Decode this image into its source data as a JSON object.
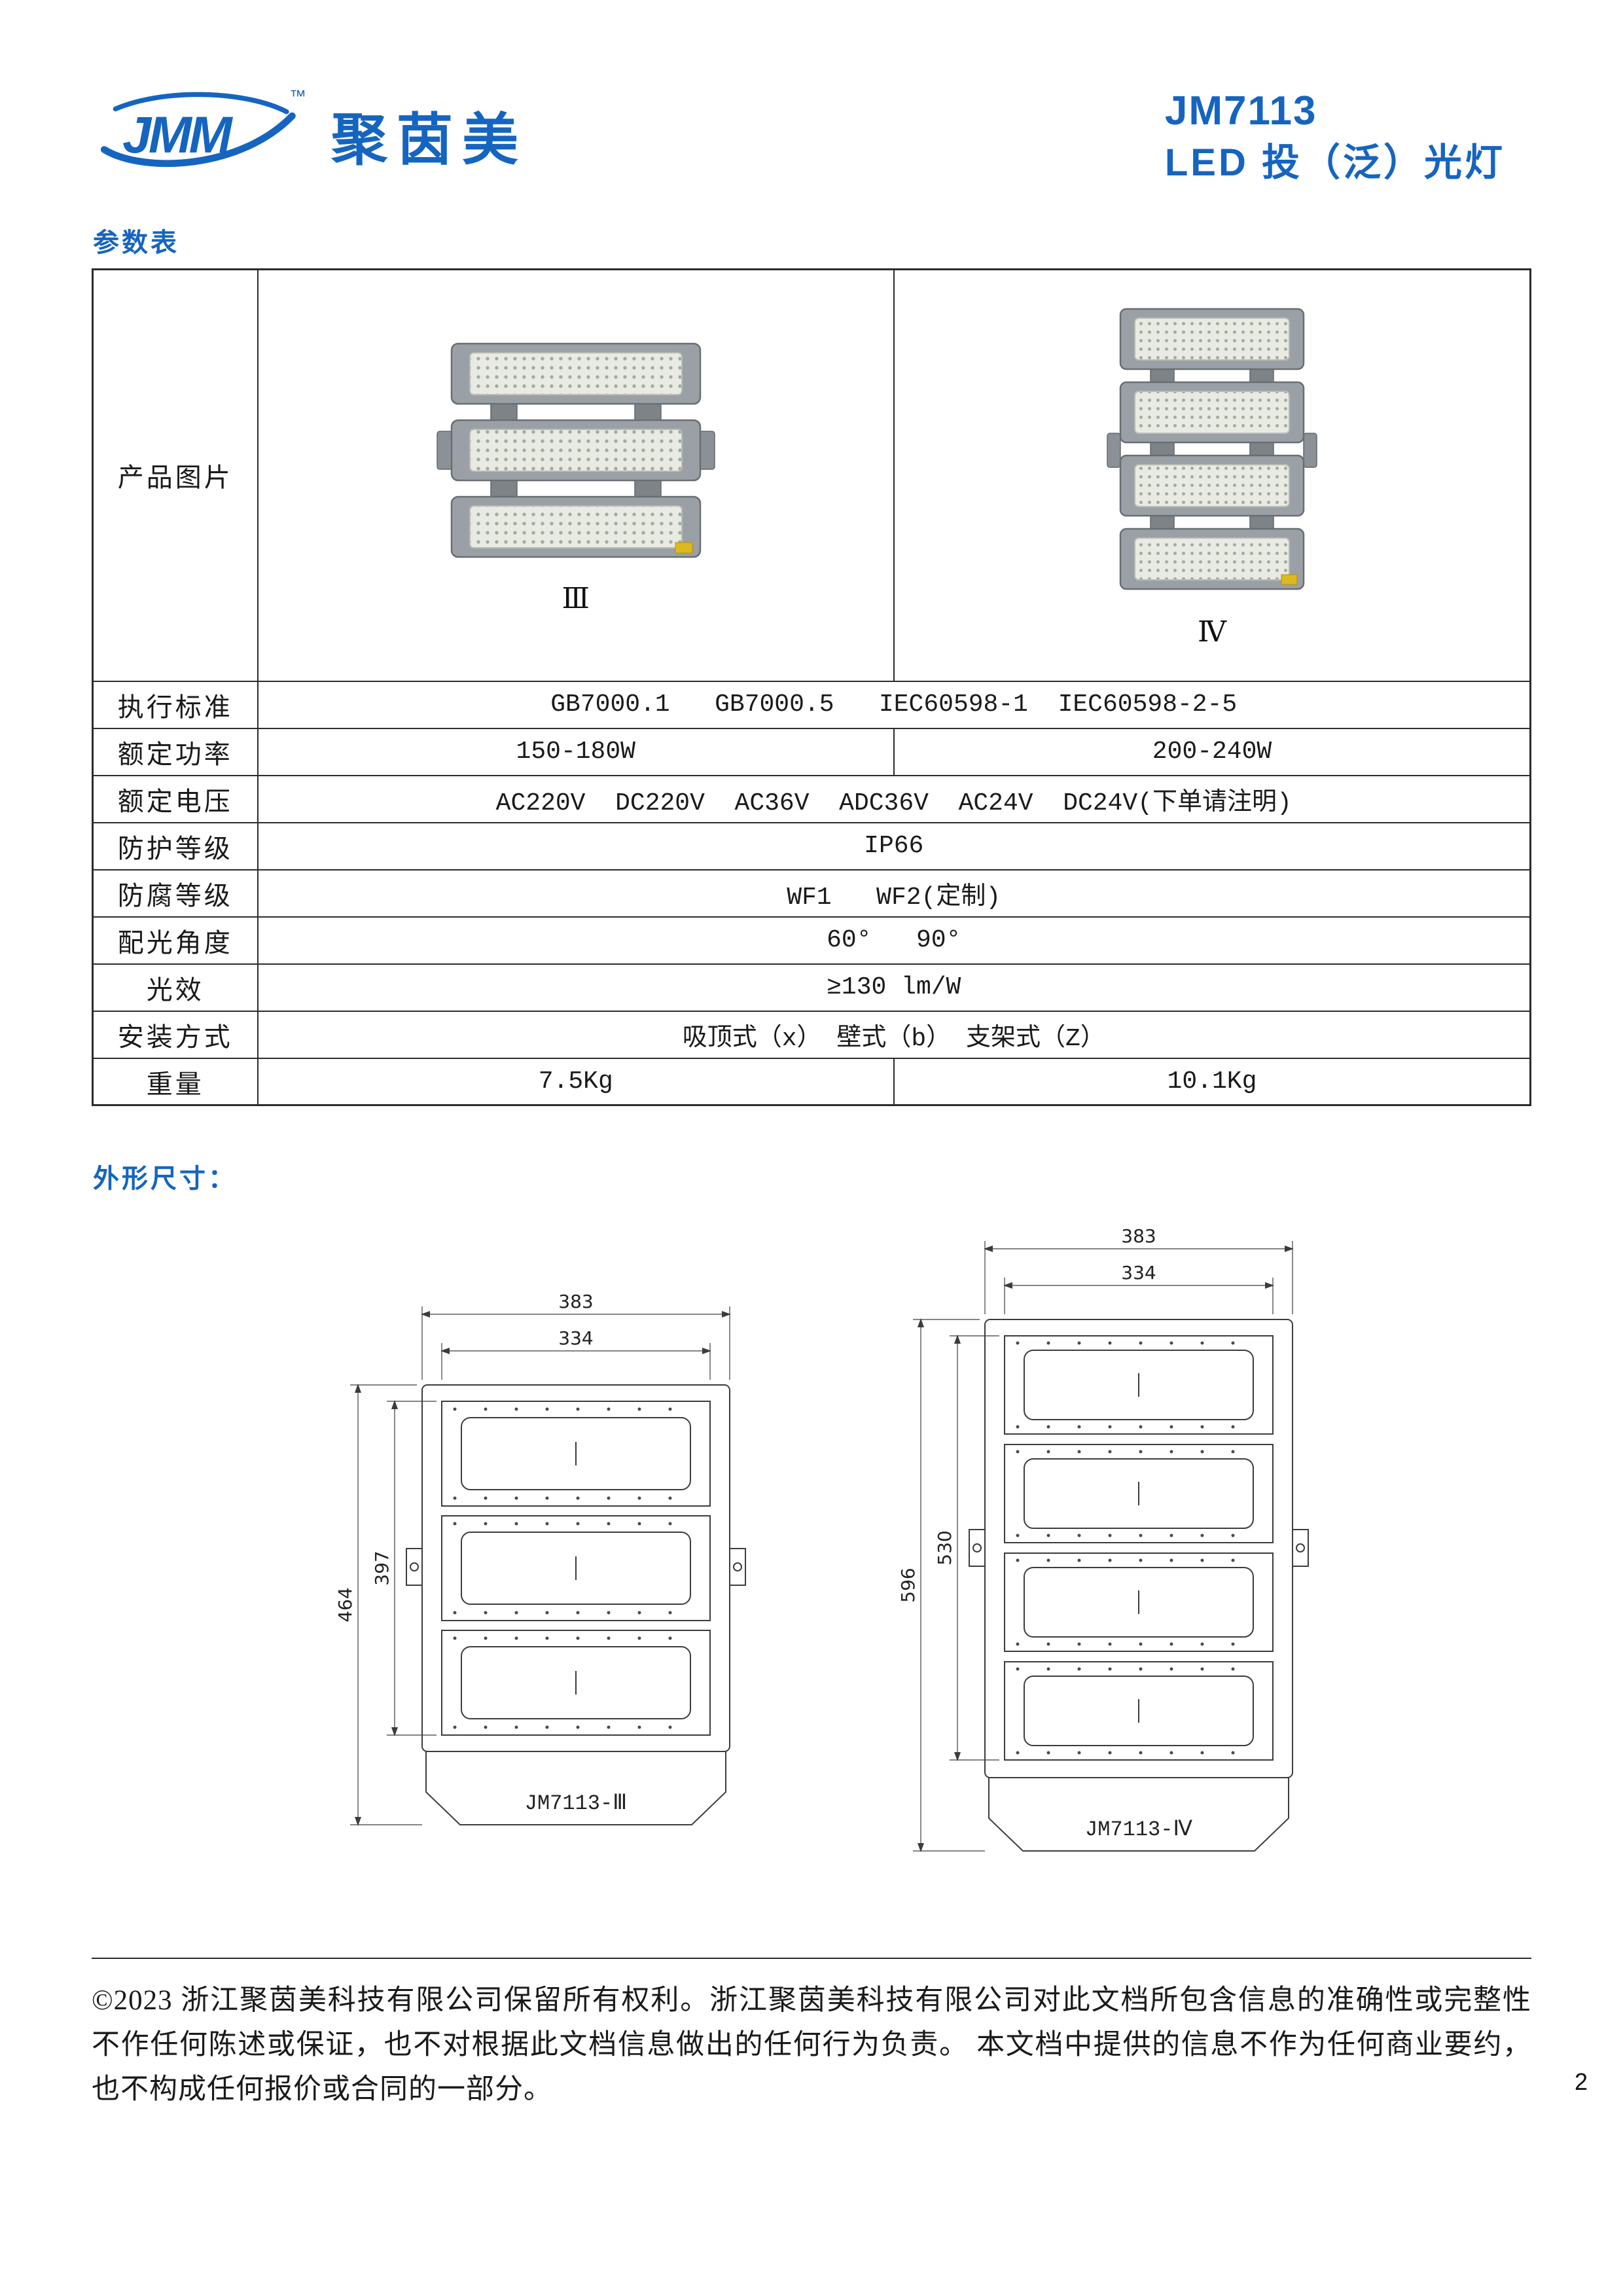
{
  "colors": {
    "accent": "#1565c0",
    "text": "#1a1a1a",
    "table_line": "#2b2b2b"
  },
  "header": {
    "logo_text": "JMM",
    "trademark": "™",
    "brand": "聚茵美",
    "model": "JM7113",
    "product_type": "LED 投（泛）光灯"
  },
  "param_table": {
    "section_label": "参数表",
    "image_row_label": "产品图片",
    "variant_iii": "Ⅲ",
    "variant_iv": "Ⅳ",
    "rows": [
      {
        "label": "执行标准",
        "value": "GB7000.1   GB7000.5   IEC60598-1  IEC60598-2-5"
      },
      {
        "label": "额定功率",
        "value_iii": "150-180W",
        "value_iv": "200-240W"
      },
      {
        "label": "额定电压",
        "value": "AC220V  DC220V  AC36V  ADC36V  AC24V  DC24V(下单请注明)"
      },
      {
        "label": "防护等级",
        "value": "IP66"
      },
      {
        "label": "防腐等级",
        "value": "WF1   WF2(定制)"
      },
      {
        "label": "配光角度",
        "value": "60°   90°"
      },
      {
        "label": "光效",
        "value": "≥130 lm/W"
      },
      {
        "label": "安装方式",
        "value": "吸顶式（x） 壁式（b） 支架式（Z）"
      },
      {
        "label": "重量",
        "value_iii": "7.5Kg",
        "value_iv": "10.1Kg"
      }
    ]
  },
  "dimensions": {
    "section_label": "外形尺寸：",
    "iii": {
      "name": "JM7113-Ⅲ",
      "outer_w": "383",
      "inner_w": "334",
      "outer_h": "464",
      "inner_h": "397"
    },
    "iv": {
      "name": "JM7113-Ⅳ",
      "outer_w": "383",
      "inner_w": "334",
      "outer_h": "596",
      "inner_h": "530"
    }
  },
  "footer": {
    "text": "©2023 浙江聚茵美科技有限公司保留所有权利。浙江聚茵美科技有限公司对此文档所包含信息的准确性或完整性不作任何陈述或保证，也不对根据此文档信息做出的任何行为负责。 本文档中提供的信息不作为任何商业要约，也不构成任何报价或合同的一部分。",
    "page_number": "2"
  }
}
